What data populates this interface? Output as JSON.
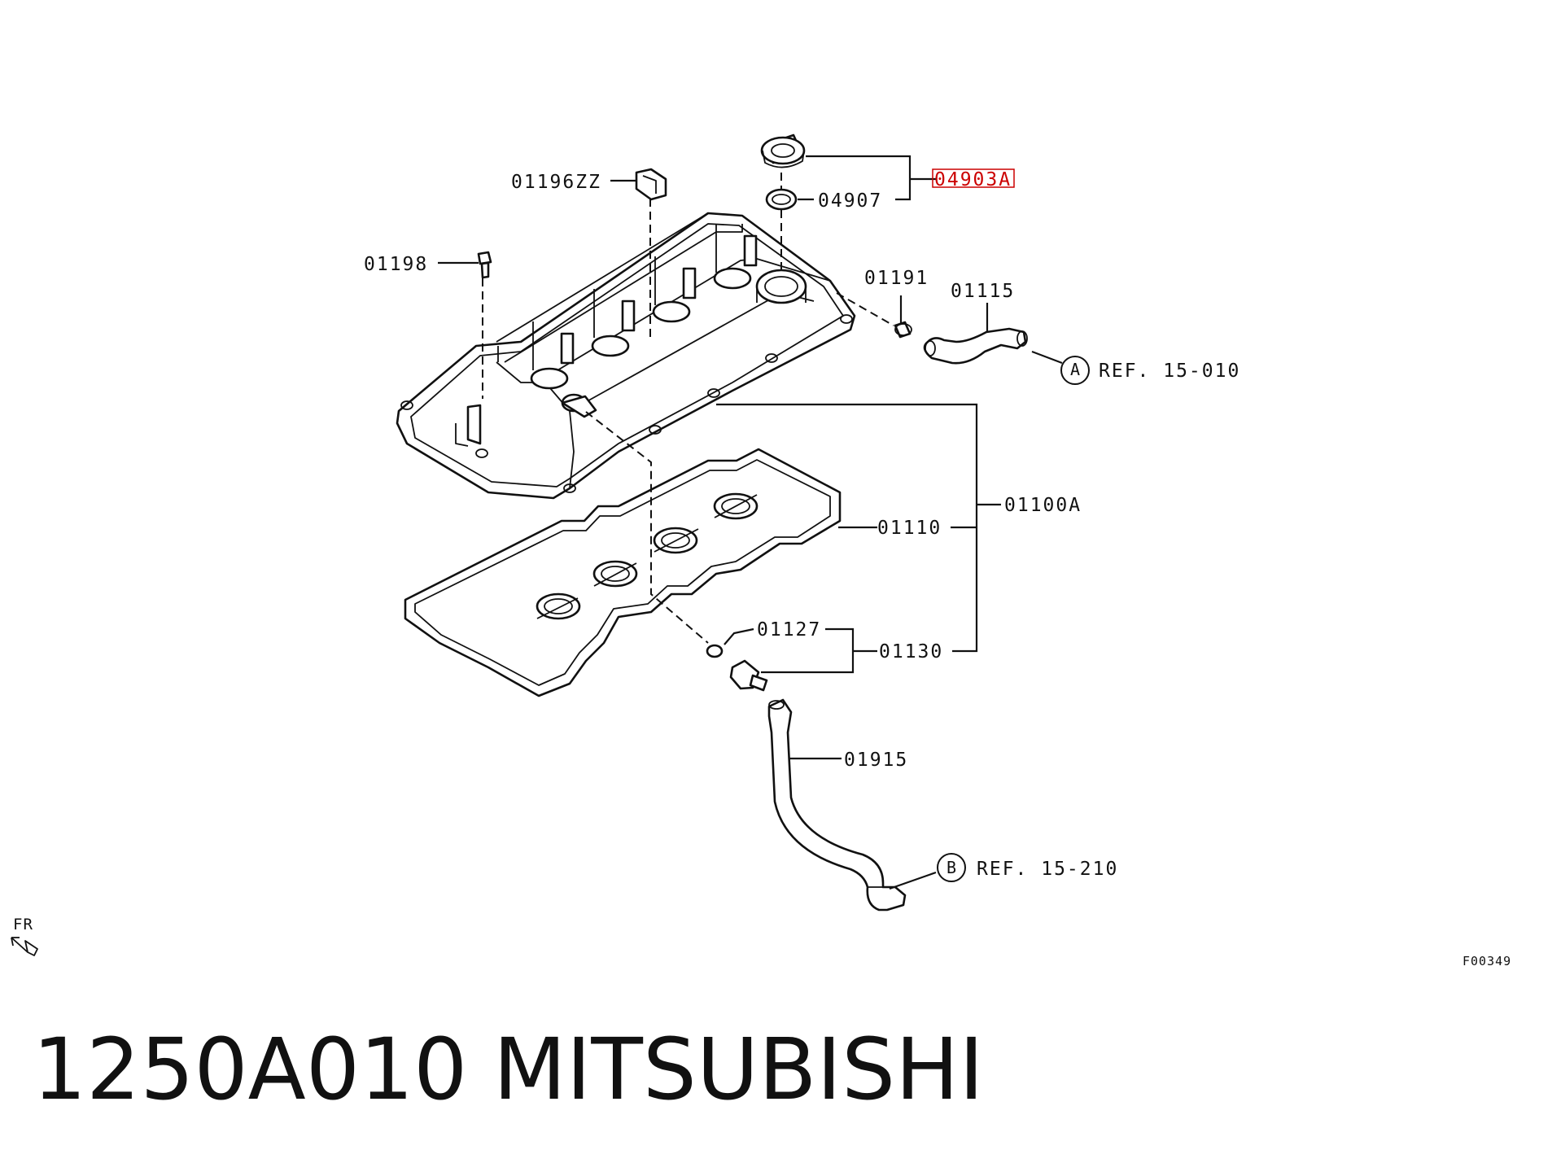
{
  "diagram": {
    "labels": {
      "bracket_clip": "01196ZZ",
      "bolt": "01198",
      "cap_gasket": "04907",
      "cap_assy": "04903A",
      "clamp": "01191",
      "hose_upper": "01115",
      "ref_a_marker": "A",
      "ref_a": "REF. 15-010",
      "cover_assy": "01100A",
      "gasket": "01110",
      "oring": "01127",
      "pcv_valve": "01130",
      "hose_lower": "01915",
      "ref_b_marker": "B",
      "ref_b": "REF. 15-210",
      "front_indicator": "FR",
      "figure_code": "F00349"
    },
    "highlight_color": "#cc0000"
  },
  "caption": {
    "part_number": "1250A010",
    "brand": "MITSUBISHI"
  }
}
